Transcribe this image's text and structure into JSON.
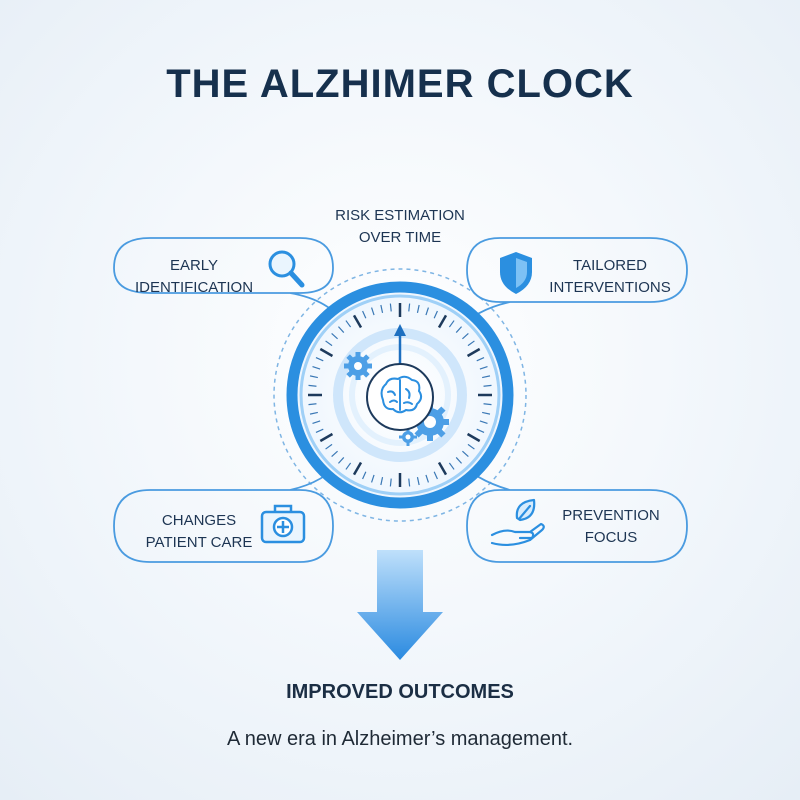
{
  "title": "THE ALZHIMER CLOCK",
  "top_label_lines": [
    "RISK ESTIMATION",
    "OVER TIME"
  ],
  "cards": {
    "early": {
      "lines": [
        "EARLY",
        "IDENTIFICATION"
      ],
      "icon": "magnifier-icon"
    },
    "tailored": {
      "lines": [
        "TAILORED",
        "INTERVENTIONS"
      ],
      "icon": "shield-icon"
    },
    "changes": {
      "lines": [
        "CHANGES",
        "PATIENT CARE"
      ],
      "icon": "medical-kit-icon"
    },
    "prevention": {
      "lines": [
        "PREVENTION",
        "FOCUS"
      ],
      "icon": "hand-leaf-icon"
    }
  },
  "center_icon": "brain-icon",
  "bottom": {
    "title": "IMPROVED OUTCOMES",
    "subtitle": "A new era in Alzheimer’s management."
  },
  "colors": {
    "accent": "#2b8fe0",
    "accent_dark": "#1d6fc0",
    "light": "#cfe6fb",
    "text": "#16304d"
  }
}
